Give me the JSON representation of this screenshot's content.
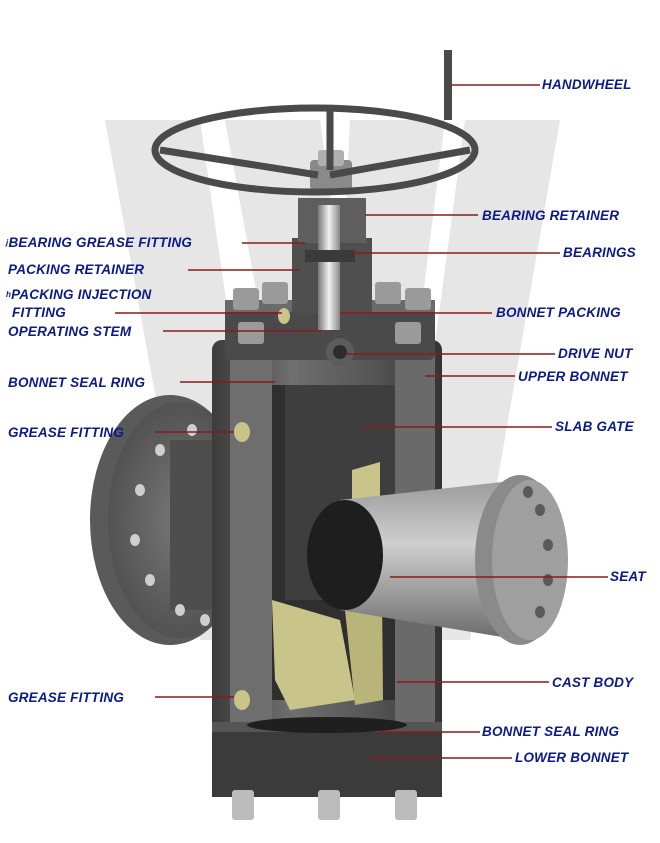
{
  "labels": {
    "handwheel": "HANDWHEEL",
    "bearing_retainer": "BEARING RETAINER",
    "bearing_grease_fitting": "BEARING GREASE FITTING",
    "bearing_grease_fitting_marker": "j",
    "bearings": "BEARINGS",
    "packing_retainer": "PACKING RETAINER",
    "packing_injection_fitting_1": "PACKING INJECTION",
    "packing_injection_fitting_2": "FITTING",
    "packing_injection_marker": "h",
    "bonnet_packing": "BONNET PACKING",
    "operating_stem": "OPERATING STEM",
    "drive_nut": "DRIVE NUT",
    "bonnet_seal_ring_upper": "BONNET SEAL RING",
    "upper_bonnet": "UPPER BONNET",
    "grease_fitting_upper": "GREASE FITTING",
    "slab_gate": "SLAB GATE",
    "seat": "SEAT",
    "cast_body": "CAST BODY",
    "grease_fitting_lower": "GREASE FITTING",
    "bonnet_seal_ring_lower": "BONNET SEAL RING",
    "lower_bonnet": "LOWER BONNET"
  },
  "colors": {
    "label_text": "#0b1a8a",
    "leader_line": "#8b1a1a",
    "steel_dark": "#4a4a4a",
    "steel_mid": "#7a7a7a",
    "steel_light": "#a8a8a8",
    "gate_yellow": "#c9c48a",
    "watermark": "#e4e4e4"
  }
}
